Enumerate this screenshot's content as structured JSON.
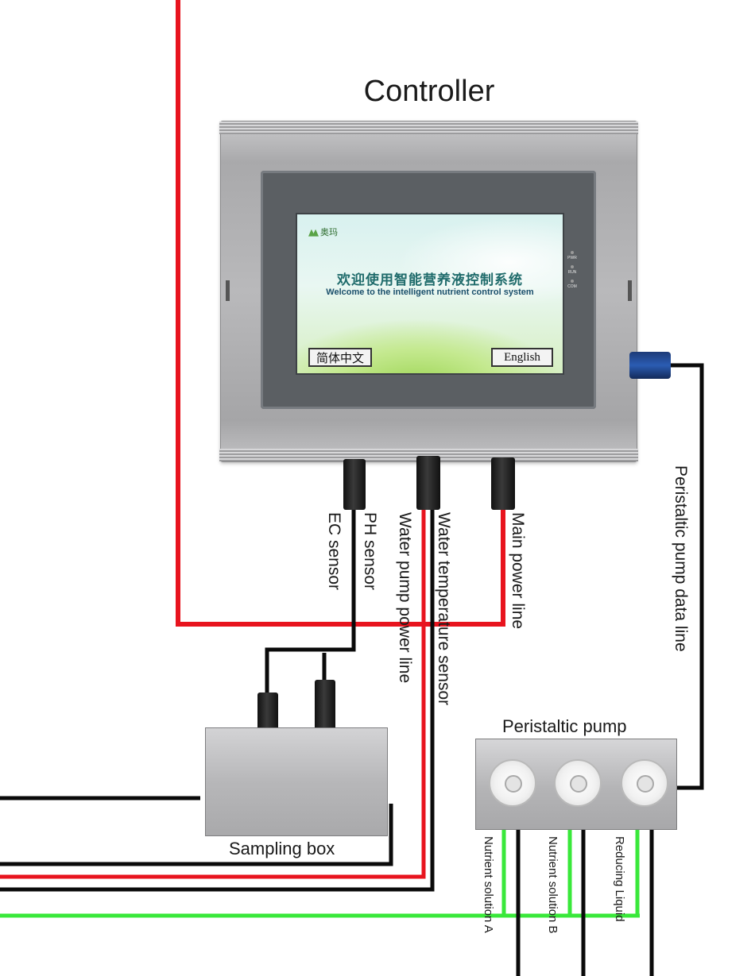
{
  "title": "Controller",
  "screen": {
    "title_zh": "欢迎使用智能营养液控制系统",
    "title_en": "Welcome to the intelligent nutrient control system",
    "button_zh": "简体中文",
    "button_en": "English",
    "logo_text": "奥玛",
    "leds": [
      "PWR",
      "RUN",
      "COM"
    ]
  },
  "labels": {
    "ec_sensor": "EC sensor",
    "ph_sensor": "PH sensor",
    "water_pump_power_line": "Water pump power line",
    "water_temperature_sensor": "Water temperature sensor",
    "main_power_line": "Main power line",
    "peristaltic_pump_data_line": "Peristaltic pump data line",
    "peristaltic_pump": "Peristaltic pump",
    "sampling_box": "Sampling box",
    "nutrient_solution_a": "Nutrient solution A",
    "nutrient_solution_b": "Nutrient solution B",
    "reducing_liquid": "Reducing Liquid"
  },
  "colors": {
    "power_wire": "#e8141e",
    "signal_wire": "#0a0a0a",
    "liquid_line": "#39e83a"
  }
}
